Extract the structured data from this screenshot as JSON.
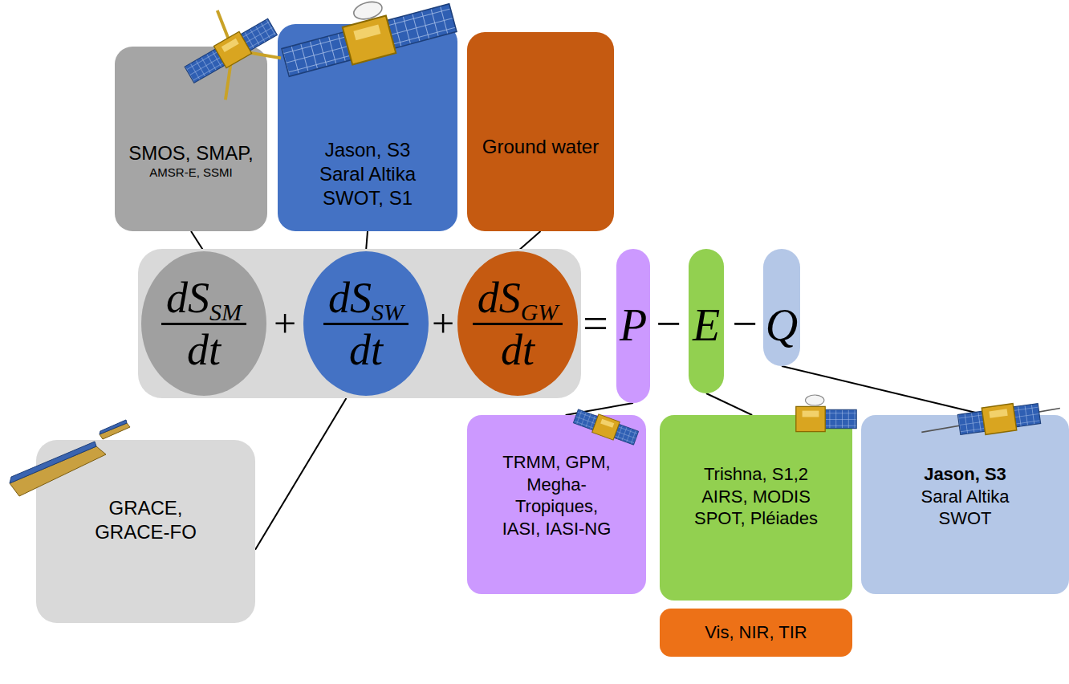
{
  "diagram": {
    "nodes": [
      {
        "text": [
          "SMOS, SMAP,",
          "AMSR-E, SSMI"
        ]
      },
      {
        "text": [
          "Jason, S3 Saral Altika SWOT, S1"
        ]
      },
      {
        "text": [
          "Ground water"
        ]
      },
      {
        "text": [
          "+",
          "+"
        ]
      },
      {
        "text": [
          "dS",
          "SM",
          "dt"
        ],
        "in": 3
      },
      {
        "text": [
          "dS",
          "SW",
          "dt"
        ],
        "in": 3
      },
      {
        "text": [
          "dS",
          "GW",
          "dt"
        ],
        "in": 3
      },
      {
        "text": [
          "P"
        ]
      },
      {
        "text": [
          "E"
        ]
      },
      {
        "text": [
          "Q"
        ]
      },
      {
        "text": [
          "GRACE, GRACE-FO"
        ]
      },
      {
        "text": [
          "TRMM, GPM, Megha-Tropiques, IASI, IASI-NG"
        ]
      },
      {
        "text": [
          "Trishna, S1,2 AIRS, MODIS SPOT, Pléiades"
        ]
      },
      {
        "text": [
          "Jason, S3",
          "Saral Altika SWOT"
        ]
      },
      {
        "text": [
          "Vis, NIR, TIR"
        ]
      }
    ],
    "edges": [
      {
        "from": 0,
        "to": 4,
        "arrow": "none"
      },
      {
        "from": 1,
        "to": 5,
        "arrow": "none"
      },
      {
        "from": 2,
        "to": 6,
        "arrow": "none"
      },
      {
        "from": 3,
        "to": 10,
        "arrow": "none"
      },
      {
        "from": 7,
        "to": 11,
        "arrow": "none"
      },
      {
        "from": 8,
        "to": 12,
        "arrow": "none"
      },
      {
        "from": 9,
        "to": 13,
        "arrow": "none"
      }
    ],
    "labels": [
      "=",
      "−",
      "−"
    ]
  }
}
